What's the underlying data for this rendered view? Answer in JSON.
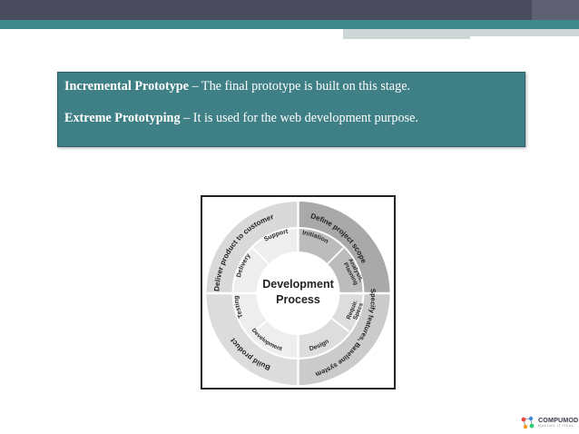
{
  "slide": {
    "items": [
      {
        "term": "Incremental Prototype",
        "desc": " – The final prototype is built on this stage."
      },
      {
        "term": "Extreme Prototyping",
        "desc": " – It is used for the web development purpose."
      }
    ]
  },
  "diagram": {
    "center_line1": "Development",
    "center_line2": "Process",
    "inner": {
      "initiation": "Initiation",
      "analysis_1": "Analysis,",
      "analysis_2": "Planning",
      "requir_1": "Requir.",
      "requir_2": "Specs",
      "design": "Design",
      "development": "Development",
      "testing": "Testing",
      "delivery": "Delivery",
      "support": "Support"
    },
    "outer": {
      "define": "Define project scope",
      "specify": "Specify features, Baseline system",
      "build": "Build product",
      "deliver": "Deliver product to customer"
    }
  },
  "logo": {
    "name": "COMPUMOD",
    "tagline": "MAKING IT REAL"
  }
}
